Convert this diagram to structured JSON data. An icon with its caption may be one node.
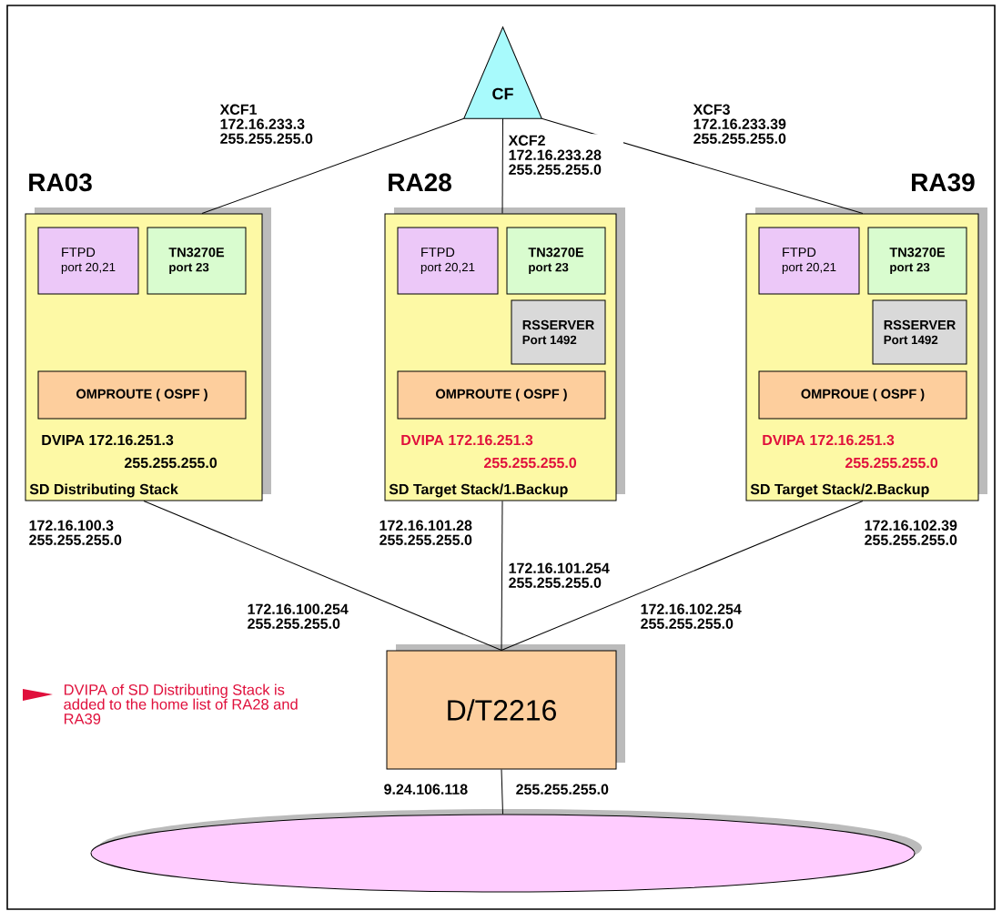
{
  "diagram": {
    "nodes": [
      {
        "text": [
          "CF"
        ]
      },
      {
        "text": [
          "RA03",
          "DVIPA 172.16.251.3",
          "255.255.255.0",
          "SD Distributing Stack"
        ]
      },
      {
        "text": [
          "FTPD",
          "port 20,21"
        ],
        "in": 1
      },
      {
        "text": [
          "TN3270E",
          "port 23"
        ],
        "in": 1
      },
      {
        "text": [
          "OMPROUTE ( OSPF )"
        ],
        "in": 1
      },
      {
        "text": [
          "RA28",
          "DVIPA 172.16.251.3",
          "255.255.255.0",
          "SD Target Stack/1.Backup"
        ]
      },
      {
        "text": [
          "FTPD",
          "port 20,21"
        ],
        "in": 5
      },
      {
        "text": [
          "TN3270E",
          "port 23"
        ],
        "in": 5
      },
      {
        "text": [
          "RSSERVER",
          "Port 1492"
        ],
        "in": 5
      },
      {
        "text": [
          "OMPROUTE ( OSPF )"
        ],
        "in": 5
      },
      {
        "text": [
          "RA39",
          "DVIPA 172.16.251.3",
          "255.255.255.0",
          "SD Target Stack/2.Backup"
        ]
      },
      {
        "text": [
          "FTPD",
          "port 20,21"
        ],
        "in": 10
      },
      {
        "text": [
          "TN3270E",
          "port 23"
        ],
        "in": 10
      },
      {
        "text": [
          "RSSERVER",
          "Port 1492"
        ],
        "in": 10
      },
      {
        "text": [
          "OMPROUE ( OSPF )"
        ],
        "in": 10
      },
      {
        "text": [
          "D/T2216"
        ]
      },
      {
        "text": [],
        "shape": "ellipse"
      }
    ],
    "edges": [
      {
        "from": 0,
        "to": 1,
        "arrow": "none",
        "label": "XCF1 172.16.233.3 255.255.255.0"
      },
      {
        "from": 0,
        "to": 5,
        "arrow": "none",
        "label": "XCF2 172.16.233.28 255.255.255.0"
      },
      {
        "from": 0,
        "to": 10,
        "arrow": "none",
        "label": "XCF3 172.16.233.39 255.255.255.0"
      },
      {
        "from": 1,
        "to": 15,
        "arrow": "none"
      },
      {
        "from": 5,
        "to": 15,
        "arrow": "none"
      },
      {
        "from": 10,
        "to": 15,
        "arrow": "none"
      },
      {
        "from": 15,
        "to": 16,
        "arrow": "none"
      }
    ],
    "labels": [
      "172.16.100.3 255.255.255.0",
      "172.16.101.28 255.255.255.0",
      "172.16.102.39 255.255.255.0",
      "172.16.101.254 255.255.255.0",
      "172.16.100.254 255.255.255.0",
      "172.16.102.254 255.255.255.0",
      "DVIPA of SD Distributing Stack is added to the home list of RA28 and RA39",
      "9.24.106.118",
      "255.255.255.0"
    ]
  }
}
